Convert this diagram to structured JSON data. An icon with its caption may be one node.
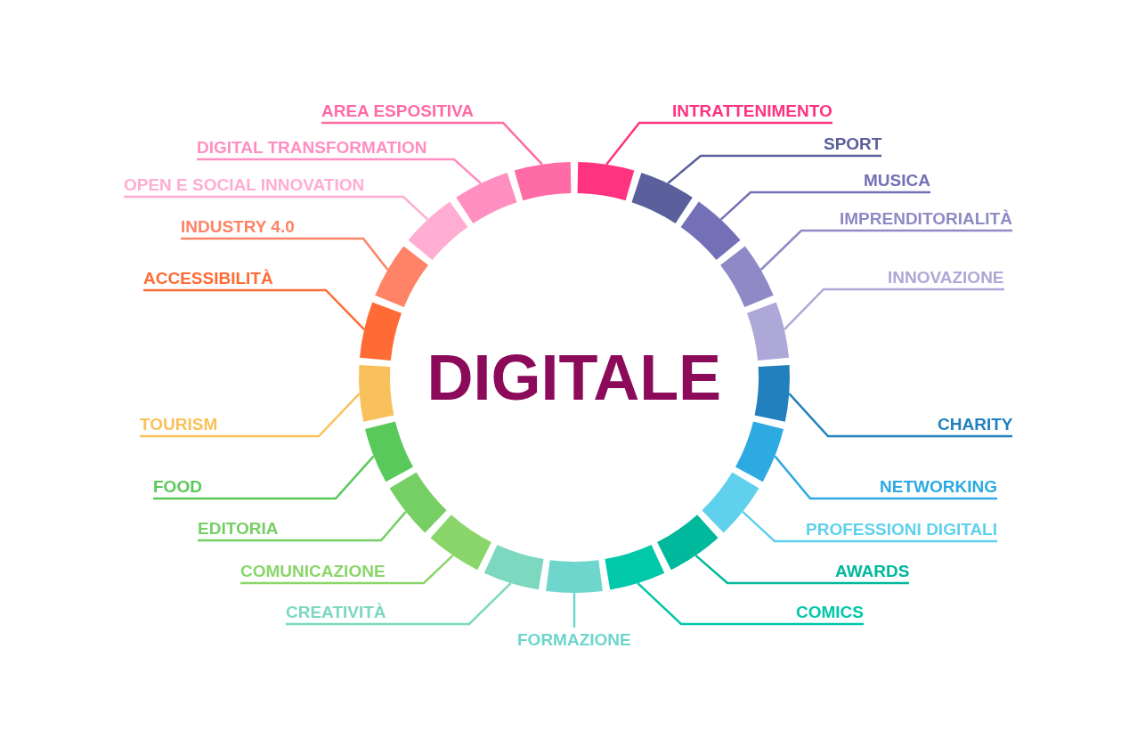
{
  "diagram": {
    "nodes": [
      {
        "text": [
          "DIGITALE"
        ]
      },
      {
        "text": [
          "INTRATTENIMENTO"
        ]
      },
      {
        "text": [],
        "shape": "bar"
      },
      {
        "text": [
          "SPORT"
        ]
      },
      {
        "text": [],
        "shape": "bar"
      },
      {
        "text": [
          "MUSICA"
        ]
      },
      {
        "text": [],
        "shape": "bar"
      },
      {
        "text": [
          "IMPRENDITORIALITÀ"
        ]
      },
      {
        "text": [],
        "shape": "bar"
      },
      {
        "text": [
          "INNOVAZIONE"
        ]
      },
      {
        "text": [],
        "shape": "bar"
      },
      {
        "text": [
          "CHARITY"
        ]
      },
      {
        "text": [],
        "shape": "bar"
      },
      {
        "text": [
          "NETWORKING"
        ]
      },
      {
        "text": [],
        "shape": "bar"
      },
      {
        "text": [
          "PROFESSIONI DIGITALI"
        ]
      },
      {
        "text": [],
        "shape": "bar"
      },
      {
        "text": [
          "AWARDS"
        ]
      },
      {
        "text": [],
        "shape": "bar"
      },
      {
        "text": [
          "COMICS"
        ]
      },
      {
        "text": [],
        "shape": "bar"
      },
      {
        "text": [
          "FORMAZIONE"
        ]
      },
      {
        "text": [],
        "shape": "bar"
      },
      {
        "text": [
          "CREATIVITÀ"
        ]
      },
      {
        "text": [],
        "shape": "bar"
      },
      {
        "text": [
          "COMUNICAZIONE"
        ]
      },
      {
        "text": [],
        "shape": "bar"
      },
      {
        "text": [
          "EDITORIA"
        ]
      },
      {
        "text": [],
        "shape": "bar"
      },
      {
        "text": [
          "FOOD"
        ]
      },
      {
        "text": [],
        "shape": "bar"
      },
      {
        "text": [
          "TOURISM"
        ]
      },
      {
        "text": [],
        "shape": "bar"
      },
      {
        "text": [
          "ACCESSIBILITÀ"
        ]
      },
      {
        "text": [],
        "shape": "bar"
      },
      {
        "text": [
          "INDUSTRY 4.0"
        ]
      },
      {
        "text": [],
        "shape": "bar"
      },
      {
        "text": [
          "OPEN E SOCIAL INNOVATION"
        ]
      },
      {
        "text": [],
        "shape": "bar"
      },
      {
        "text": [
          "DIGITAL TRANSFORMATION"
        ]
      },
      {
        "text": [],
        "shape": "bar"
      },
      {
        "text": [
          "AREA ESPOSITIVA"
        ]
      },
      {
        "text": [],
        "shape": "bar"
      }
    ],
    "edges": [
      {
        "from": 1,
        "to": 2,
        "arrow": "none",
        "color": "#ff3380"
      },
      {
        "from": 3,
        "to": 4,
        "arrow": "none",
        "color": "#5b5f9b"
      },
      {
        "from": 5,
        "to": 6,
        "arrow": "none",
        "color": "#7470b8"
      },
      {
        "from": 7,
        "to": 8,
        "arrow": "none",
        "color": "#8f8ac6"
      },
      {
        "from": 9,
        "to": 10,
        "arrow": "none",
        "color": "#ada8d8"
      },
      {
        "from": 11,
        "to": 12,
        "arrow": "none",
        "color": "#2180bd"
      },
      {
        "from": 13,
        "to": 14,
        "arrow": "none",
        "color": "#2eaae2"
      },
      {
        "from": 15,
        "to": 16,
        "arrow": "none",
        "color": "#5fd1ec"
      },
      {
        "from": 17,
        "to": 18,
        "arrow": "none",
        "color": "#00b89c"
      },
      {
        "from": 19,
        "to": 20,
        "arrow": "none",
        "color": "#00c8a8"
      },
      {
        "from": 21,
        "to": 22,
        "arrow": "none",
        "color": "#6ed6cc"
      },
      {
        "from": 23,
        "to": 24,
        "arrow": "none",
        "color": "#7dd8c0"
      },
      {
        "from": 25,
        "to": 26,
        "arrow": "none",
        "color": "#8ad66a"
      },
      {
        "from": 27,
        "to": 28,
        "arrow": "none",
        "color": "#76cf64"
      },
      {
        "from": 29,
        "to": 30,
        "arrow": "none",
        "color": "#5ac95c"
      },
      {
        "from": 31,
        "to": 32,
        "arrow": "none",
        "color": "#f9c15c"
      },
      {
        "from": 33,
        "to": 34,
        "arrow": "none",
        "color": "#ff6b35"
      },
      {
        "from": 35,
        "to": 36,
        "arrow": "none",
        "color": "#ff8366"
      },
      {
        "from": 37,
        "to": 38,
        "arrow": "none",
        "color": "#ffadd2"
      },
      {
        "from": 39,
        "to": 40,
        "arrow": "none",
        "color": "#ff8fc0"
      },
      {
        "from": 41,
        "to": 42,
        "arrow": "none",
        "color": "#ff6ba5"
      }
    ]
  }
}
